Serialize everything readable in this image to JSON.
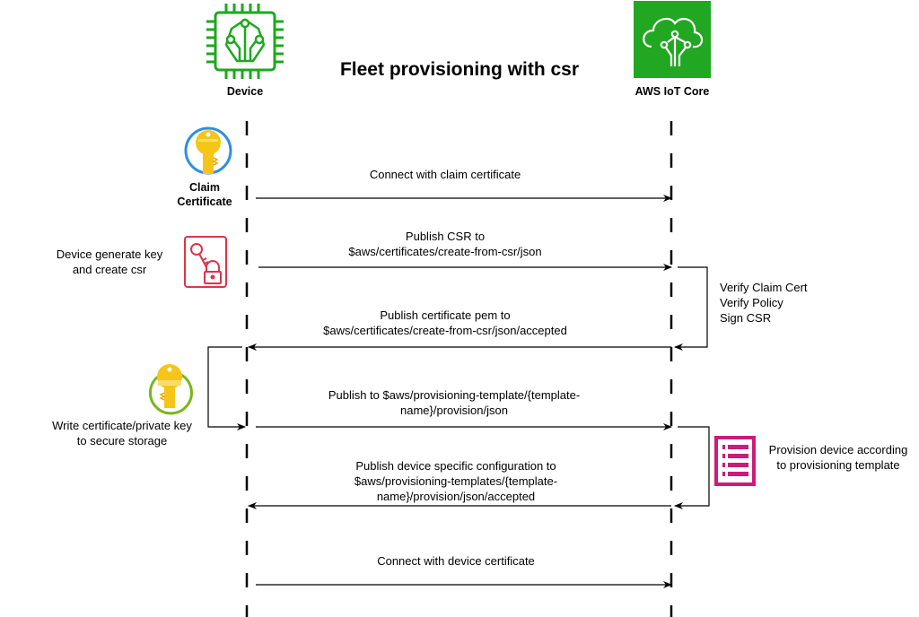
{
  "title": "Fleet provisioning with csr",
  "actors": [
    {
      "id": "device",
      "label": "Device",
      "icon": "chip-icon",
      "color": "#1da81d"
    },
    {
      "id": "iot",
      "label": "AWS IoT Core",
      "icon": "cloud-iot-icon",
      "color": "#1fa31f"
    }
  ],
  "side_notes": {
    "claim_cert": "Claim Certificate",
    "claim_cert_line1": "Claim",
    "claim_cert_line2": "Certificate",
    "generate_key_line1": "Device generate key",
    "generate_key_line2": "and create csr",
    "verify_line1": "Verify Claim Cert",
    "verify_line2": "Verify Policy",
    "verify_line3": "Sign CSR",
    "write_cert_line1": "Write certificate/private key",
    "write_cert_line2": "to secure storage",
    "provision_line1": "Provision device according",
    "provision_line2": "to provisioning template"
  },
  "messages": [
    {
      "direction": "device-to-iot",
      "lines": [
        "Connect with claim certificate"
      ]
    },
    {
      "direction": "device-to-iot",
      "lines": [
        "Publish CSR to",
        "$aws/certificates/create-from-csr/json"
      ]
    },
    {
      "direction": "iot-to-device",
      "lines": [
        "Publish certificate pem to",
        "$aws/certificates/create-from-csr/json/accepted"
      ]
    },
    {
      "direction": "device-to-iot",
      "lines": [
        "Publish to $aws/provisioning-template/{template-",
        "name}/provision/json"
      ]
    },
    {
      "direction": "iot-to-device",
      "lines": [
        "Publish device specific configuration to",
        "$aws/provisioning-templates/{template-",
        "name}/provision/json/accepted"
      ]
    },
    {
      "direction": "device-to-iot",
      "lines": [
        "Connect with device certificate"
      ]
    }
  ],
  "colors": {
    "device_green": "#1da81d",
    "iot_green": "#22a722",
    "claim_ring": "#2d8fe0",
    "key_gold": "#f5c518",
    "lock_red": "#dd344c",
    "storage_ring": "#7ab51d",
    "template_magenta": "#cc1b7a"
  }
}
